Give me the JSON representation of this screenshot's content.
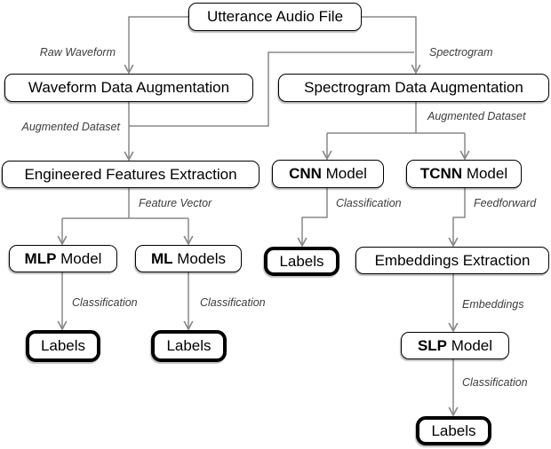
{
  "diagram": {
    "nodes": {
      "utterance": {
        "label": "Utterance Audio File"
      },
      "waveform_aug": {
        "label": "Waveform Data Augmentation"
      },
      "spectrogram_aug": {
        "label": "Spectrogram Data Augmentation"
      },
      "features_extraction": {
        "label": "Engineered Features Extraction"
      },
      "cnn": {
        "bold": "CNN",
        "rest": " Model"
      },
      "tcnn": {
        "bold": "TCNN",
        "rest": " Model"
      },
      "mlp": {
        "bold": "MLP",
        "rest": " Model"
      },
      "ml": {
        "bold": "ML",
        "rest": " Models"
      },
      "slp": {
        "bold": "SLP",
        "rest": " Model"
      },
      "embeddings_extraction": {
        "label": "Embeddings Extraction"
      },
      "labels_cnn": {
        "label": "Labels"
      },
      "labels_mlp": {
        "label": "Labels"
      },
      "labels_ml": {
        "label": "Labels"
      },
      "labels_slp": {
        "label": "Labels"
      }
    },
    "edge_labels": {
      "raw_waveform": "Raw Waveform",
      "spectrogram": "Spectrogram",
      "augmented_dataset_left": "Augmented Dataset",
      "augmented_dataset_right": "Augmented Dataset",
      "feature_vector": "Feature Vector",
      "classification_cnn": "Classification",
      "feedforward": "Feedforward",
      "classification_mlp": "Classification",
      "classification_ml": "Classification",
      "embeddings": "Embeddings",
      "classification_slp": "Classification"
    },
    "colors": {
      "line": "#888888",
      "box_border": "#000000",
      "box_fill": "#ffffff",
      "label_text": "#3d3d3d"
    }
  }
}
